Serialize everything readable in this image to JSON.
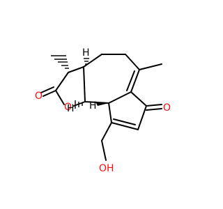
{
  "molecule": {
    "atoms": {
      "o_lactone_carbonyl": {
        "label": "O",
        "color": "#ff0d0d"
      },
      "o_ring": {
        "label": "O",
        "color": "#ff0d0d"
      },
      "o_ketone": {
        "label": "O",
        "color": "#ff0d0d"
      },
      "oh": {
        "label": "OH",
        "color": "#ff0d0d"
      },
      "h_3a": {
        "label": "H",
        "color": "#000000"
      },
      "h_9a": {
        "label": "H",
        "color": "#000000"
      },
      "h_9b": {
        "label": "H",
        "color": "#000000"
      }
    },
    "bond_color": "#000000",
    "heteroatom_color": "#ff0d0d"
  }
}
